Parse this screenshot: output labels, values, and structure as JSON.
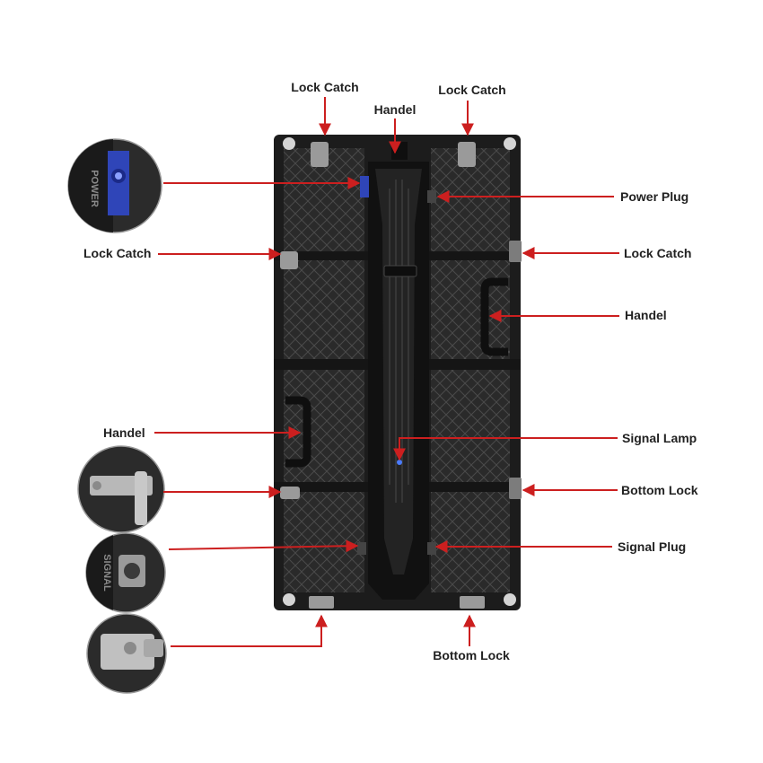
{
  "labels": {
    "lock_catch_top_left": "Lock Catch",
    "lock_catch_top_right": "Lock Catch",
    "handel_top": "Handel",
    "power_plug": "Power Plug",
    "lock_catch_left": "Lock Catch",
    "lock_catch_right": "Lock Catch",
    "handel_right": "Handel",
    "handel_left": "Handel",
    "signal_lamp": "Signal Lamp",
    "bottom_lock_right": "Bottom Lock",
    "signal_plug": "Signal Plug",
    "bottom_lock_bottom": "Bottom Lock"
  },
  "inset_text": {
    "power": "POWER",
    "signal": "SIGNAL"
  },
  "colors": {
    "arrow": "#cc1f1f",
    "cabinet": "#1c1c1c",
    "cabinet_panel": "#3a3a3a",
    "connector_blue": "#2f45b8",
    "metal": "#b8b8b8"
  },
  "icons": [
    "power-connector-icon",
    "lock-catch-icon",
    "signal-connector-icon",
    "bottom-lock-icon"
  ]
}
